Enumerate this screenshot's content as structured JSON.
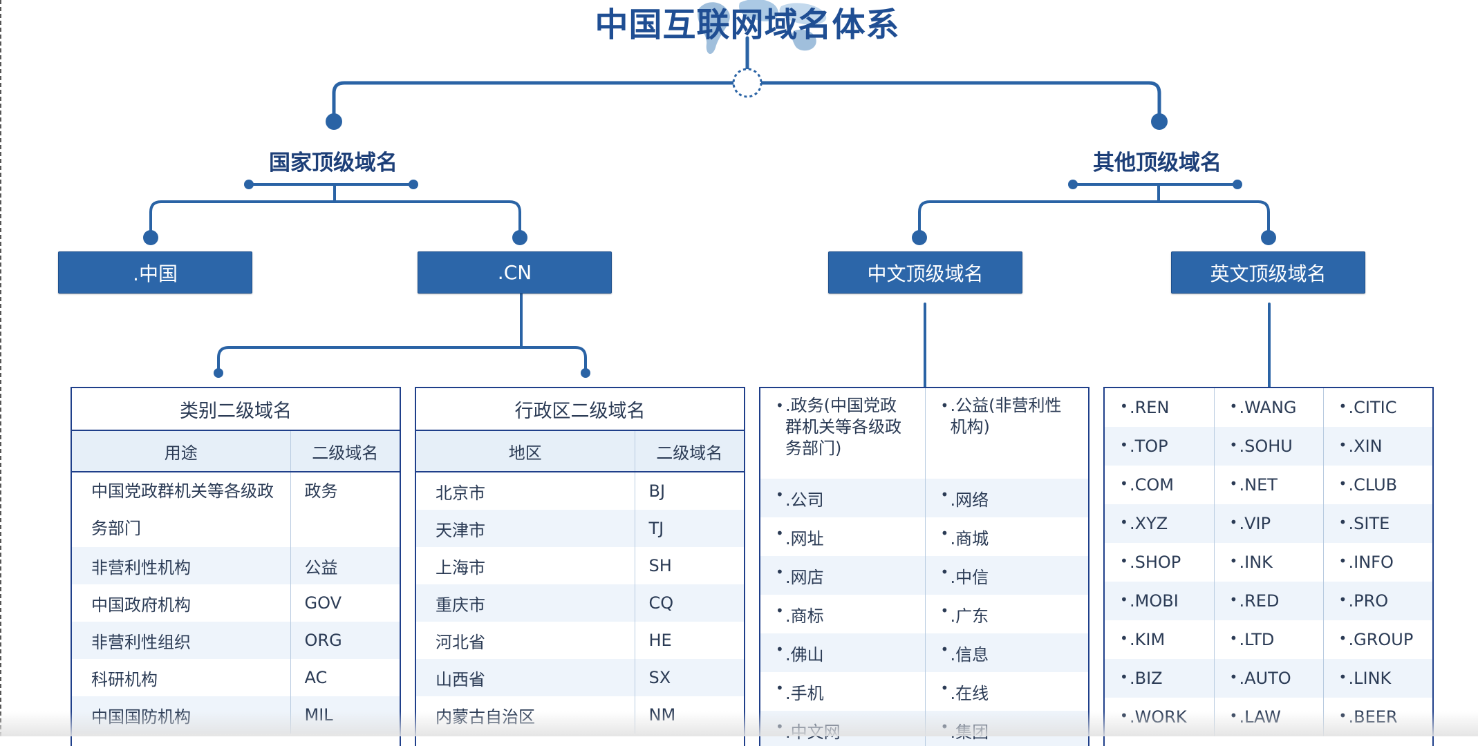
{
  "title": "中国互联网域名体系",
  "colors": {
    "primary": "#2c66a9",
    "line": "#2a63a5",
    "border": "#1f3f8a",
    "text": "#1d3f78",
    "alt_row": "#eef4fb",
    "header_row": "#e6eff8"
  },
  "level1": {
    "left": "国家顶级域名",
    "right": "其他顶级域名"
  },
  "level2": {
    "zh": ".中国",
    "cn": ".CN",
    "chinese_tld": "中文顶级域名",
    "english_tld": "英文顶级域名"
  },
  "category_table": {
    "title": "类别二级域名",
    "headers": [
      "用途",
      "二级域名"
    ],
    "rows": [
      [
        "中国党政群机关等各级政务部门",
        "政务"
      ],
      [
        "非营利性机构",
        "公益"
      ],
      [
        "中国政府机构",
        "GOV"
      ],
      [
        "非营利性组织",
        "ORG"
      ],
      [
        "科研机构",
        "AC"
      ],
      [
        "中国国防机构",
        "MIL"
      ]
    ]
  },
  "region_table": {
    "title": "行政区二级域名",
    "headers": [
      "地区",
      "二级域名"
    ],
    "rows": [
      [
        "北京市",
        "BJ"
      ],
      [
        "天津市",
        "TJ"
      ],
      [
        "上海市",
        "SH"
      ],
      [
        "重庆市",
        "CQ"
      ],
      [
        "河北省",
        "HE"
      ],
      [
        "山西省",
        "SX"
      ],
      [
        "内蒙古自治区",
        "NM"
      ]
    ]
  },
  "chinese_list": [
    [
      ".政务(中国党政群机关等各级政务部门)",
      ".公益(非营利性机构)"
    ],
    [
      ".公司",
      ".网络"
    ],
    [
      ".网址",
      ".商城"
    ],
    [
      ".网店",
      ".中信"
    ],
    [
      ".商标",
      ".广东"
    ],
    [
      ".佛山",
      ".信息"
    ],
    [
      ".手机",
      ".在线"
    ],
    [
      ".中文网",
      ".集团"
    ]
  ],
  "english_list": [
    [
      ".REN",
      ".WANG",
      ".CITIC"
    ],
    [
      ".TOP",
      ".SOHU",
      ".XIN"
    ],
    [
      ".COM",
      ".NET",
      ".CLUB"
    ],
    [
      ".XYZ",
      ".VIP",
      ".SITE"
    ],
    [
      ".SHOP",
      ".INK",
      ".INFO"
    ],
    [
      ".MOBI",
      ".RED",
      ".PRO"
    ],
    [
      ".KIM",
      ".LTD",
      ".GROUP"
    ],
    [
      ".BIZ",
      ".AUTO",
      ".LINK"
    ],
    [
      ".WORK",
      ".LAW",
      ".BEER"
    ]
  ]
}
